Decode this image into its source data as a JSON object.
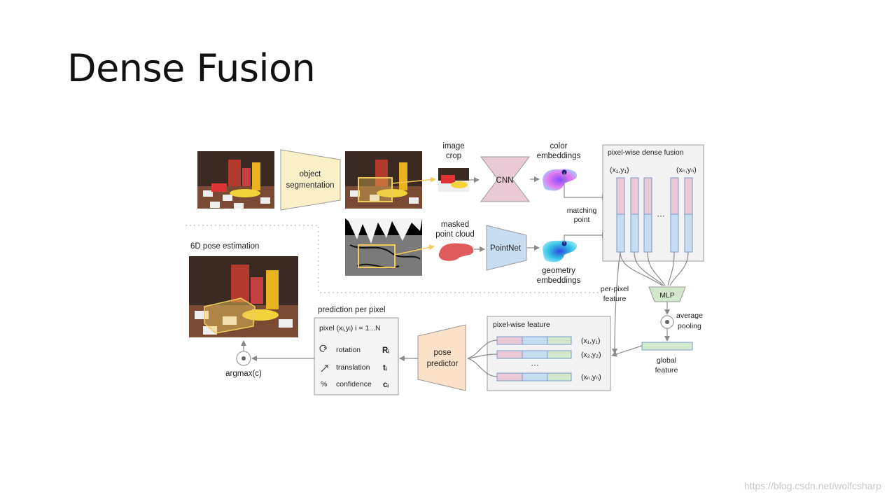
{
  "slide": {
    "title": "Dense Fusion",
    "watermark": "https://blog.csdn.net/wolfcsharp"
  },
  "diagram": {
    "object_segmentation": [
      "object",
      "segmentation"
    ],
    "image_crop": [
      "image",
      "crop"
    ],
    "cnn": "CNN",
    "color_embeddings": [
      "color",
      "embeddings"
    ],
    "masked_point_cloud": [
      "masked",
      "point cloud"
    ],
    "pointnet": "PointNet",
    "geometry_embeddings": [
      "geometry",
      "embeddings"
    ],
    "matching_point": [
      "matching",
      "point"
    ],
    "pixel_wise_dense_fusion": "pixel-wise dense fusion",
    "fusion_first": "(x₁,y₁)",
    "fusion_last": "(xₙ,yₙ)",
    "ellipsis": "···",
    "per_pixel_feature": [
      "per-pixel",
      "feature"
    ],
    "mlp": "MLP",
    "average_pooling": [
      "average",
      "pooling"
    ],
    "global_feature": [
      "global",
      "feature"
    ],
    "pixel_wise_feature": "pixel-wise feature",
    "feature_rows": [
      "(x₁,y₁)",
      "(x₂,y₂)",
      "(xₙ,yₙ)"
    ],
    "pose_predictor": [
      "pose",
      "predictor"
    ],
    "prediction_per_pixel": "prediction per pixel",
    "pixel_header": "pixel (xᵢ,yᵢ)  i = 1...N",
    "rotation": "rotation",
    "rotation_sym": "Rᵢ",
    "translation": "translation",
    "translation_sym": "tᵢ",
    "confidence": "confidence",
    "confidence_sym": "cᵢ",
    "argmax": "argmax(c)",
    "pose_estimation": "6D pose estimation"
  },
  "colors": {
    "pink": "#e8c9d5",
    "blue": "#c8dcf0",
    "green": "#d2e8cd",
    "yellow": "#fbefc8",
    "peach": "#fbe1c8",
    "photo_dark": "#3a2a22",
    "box_yellow": "#f2cc5a"
  }
}
